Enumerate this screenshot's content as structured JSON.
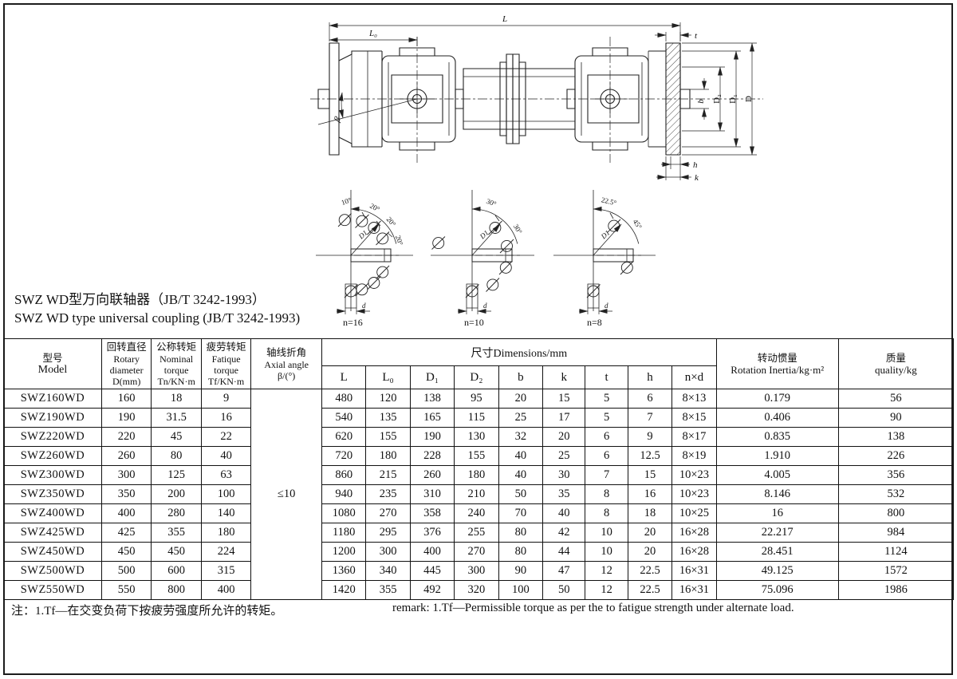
{
  "page": {
    "title_zh": "SWZ WD型万向联轴器（JB/T 3242-1993）",
    "title_en": "SWZ WD type universal coupling (JB/T 3242-1993)",
    "note_zh": "注：1.Tf—在交变负荷下按疲劳强度所允许的转矩。",
    "note_en": "remark: 1.Tf—Permissible torque as per the to fatigue strength under alternate load."
  },
  "drawing": {
    "side_view_labels": {
      "L": "L",
      "L0": "L₀",
      "t": "t",
      "b": "b",
      "D2": "D₂",
      "D1": "D₁",
      "D": "D",
      "h": "h",
      "k": "k",
      "beta": "β"
    },
    "bolt_diagrams": [
      {
        "n_label": "n=16",
        "angle_labels": [
          "10°",
          "20°",
          "20°",
          "20°"
        ],
        "radius_label": "D1",
        "hole_label": "d"
      },
      {
        "n_label": "n=10",
        "angle_labels": [
          "30°",
          "30°"
        ],
        "radius_label": "D1",
        "hole_label": "d"
      },
      {
        "n_label": "n=8",
        "angle_labels": [
          "22.5°",
          "45°"
        ],
        "radius_label": "D1",
        "hole_label": "d"
      }
    ]
  },
  "table": {
    "headers": {
      "model_zh": "型号",
      "model_en": "Model",
      "rotary_lines": [
        "回转直径",
        "Rotary",
        "diameter",
        "D(mm)"
      ],
      "nominal_lines": [
        "公称转矩",
        "Nominal",
        "torque",
        "Tn/KN·m"
      ],
      "fatigue_lines": [
        "疲劳转矩",
        "Fatique",
        "torque",
        "Tf/KN·m"
      ],
      "axial_lines": [
        "轴线折角",
        "Axial angle",
        "β/(°)"
      ],
      "dims_group": "尺寸Dimensions/mm",
      "dim_cols": [
        "L",
        "L₀",
        "D₁",
        "D₂",
        "b",
        "k",
        "t",
        "h",
        "n×d"
      ],
      "inertia_zh": "转动惯量",
      "inertia_en": "Rotation Inertia/kg·m²",
      "quality_zh": "质量",
      "quality_en": "quality/kg"
    },
    "axial_angle_value": "≤10",
    "rows": [
      [
        "SWZ160WD",
        "160",
        "18",
        "9",
        "480",
        "120",
        "138",
        "95",
        "20",
        "15",
        "5",
        "6",
        "8×13",
        "0.179",
        "56"
      ],
      [
        "SWZ190WD",
        "190",
        "31.5",
        "16",
        "540",
        "135",
        "165",
        "115",
        "25",
        "17",
        "5",
        "7",
        "8×15",
        "0.406",
        "90"
      ],
      [
        "SWZ220WD",
        "220",
        "45",
        "22",
        "620",
        "155",
        "190",
        "130",
        "32",
        "20",
        "6",
        "9",
        "8×17",
        "0.835",
        "138"
      ],
      [
        "SWZ260WD",
        "260",
        "80",
        "40",
        "720",
        "180",
        "228",
        "155",
        "40",
        "25",
        "6",
        "12.5",
        "8×19",
        "1.910",
        "226"
      ],
      [
        "SWZ300WD",
        "300",
        "125",
        "63",
        "860",
        "215",
        "260",
        "180",
        "40",
        "30",
        "7",
        "15",
        "10×23",
        "4.005",
        "356"
      ],
      [
        "SWZ350WD",
        "350",
        "200",
        "100",
        "940",
        "235",
        "310",
        "210",
        "50",
        "35",
        "8",
        "16",
        "10×23",
        "8.146",
        "532"
      ],
      [
        "SWZ400WD",
        "400",
        "280",
        "140",
        "1080",
        "270",
        "358",
        "240",
        "70",
        "40",
        "8",
        "18",
        "10×25",
        "16",
        "800"
      ],
      [
        "SWZ425WD",
        "425",
        "355",
        "180",
        "1180",
        "295",
        "376",
        "255",
        "80",
        "42",
        "10",
        "20",
        "16×28",
        "22.217",
        "984"
      ],
      [
        "SWZ450WD",
        "450",
        "450",
        "224",
        "1200",
        "300",
        "400",
        "270",
        "80",
        "44",
        "10",
        "20",
        "16×28",
        "28.451",
        "1124"
      ],
      [
        "SWZ500WD",
        "500",
        "600",
        "315",
        "1360",
        "340",
        "445",
        "300",
        "90",
        "47",
        "12",
        "22.5",
        "16×31",
        "49.125",
        "1572"
      ],
      [
        "SWZ550WD",
        "550",
        "800",
        "400",
        "1420",
        "355",
        "492",
        "320",
        "100",
        "50",
        "12",
        "22.5",
        "16×31",
        "75.096",
        "1986"
      ]
    ]
  }
}
